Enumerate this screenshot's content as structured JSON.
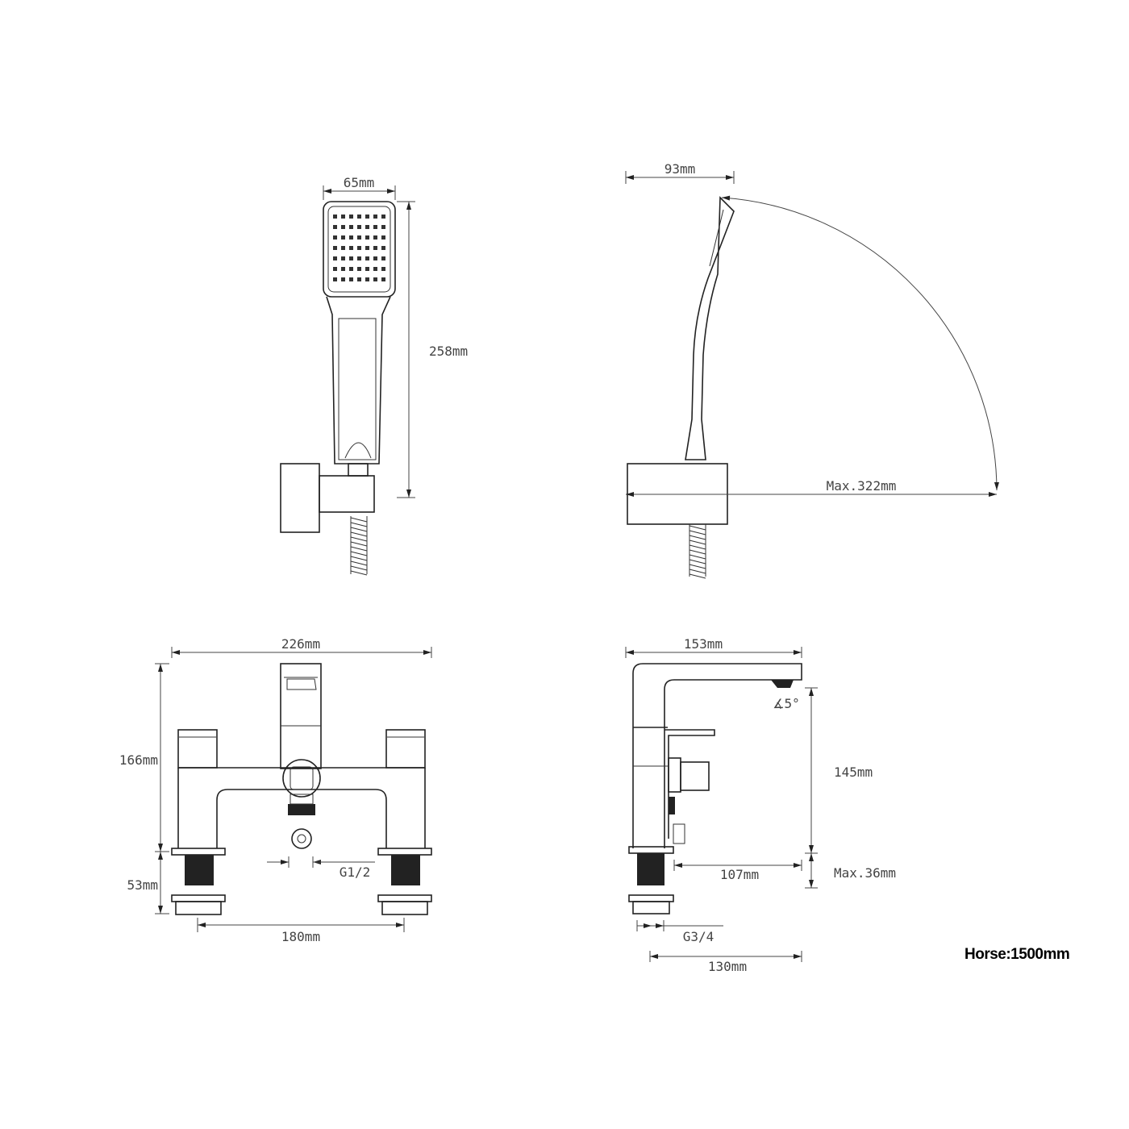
{
  "handset_front": {
    "width_label": "65mm",
    "height_label": "258mm"
  },
  "handset_side": {
    "depth_label": "93mm",
    "reach_label": "Max.322mm"
  },
  "filler_front": {
    "width_label": "226mm",
    "height_label": "166mm",
    "thread_label": "53mm",
    "outlet_label": "G1/2",
    "centres_label": "180mm"
  },
  "filler_side": {
    "depth_label": "153mm",
    "angle_label": "∡5°",
    "spout_height_label": "145mm",
    "spout_reach_label": "107mm",
    "deck_label": "Max.36mm",
    "inlet_label": "G3/4",
    "base_depth_label": "130mm"
  },
  "hose_note": "Horse:1500mm"
}
